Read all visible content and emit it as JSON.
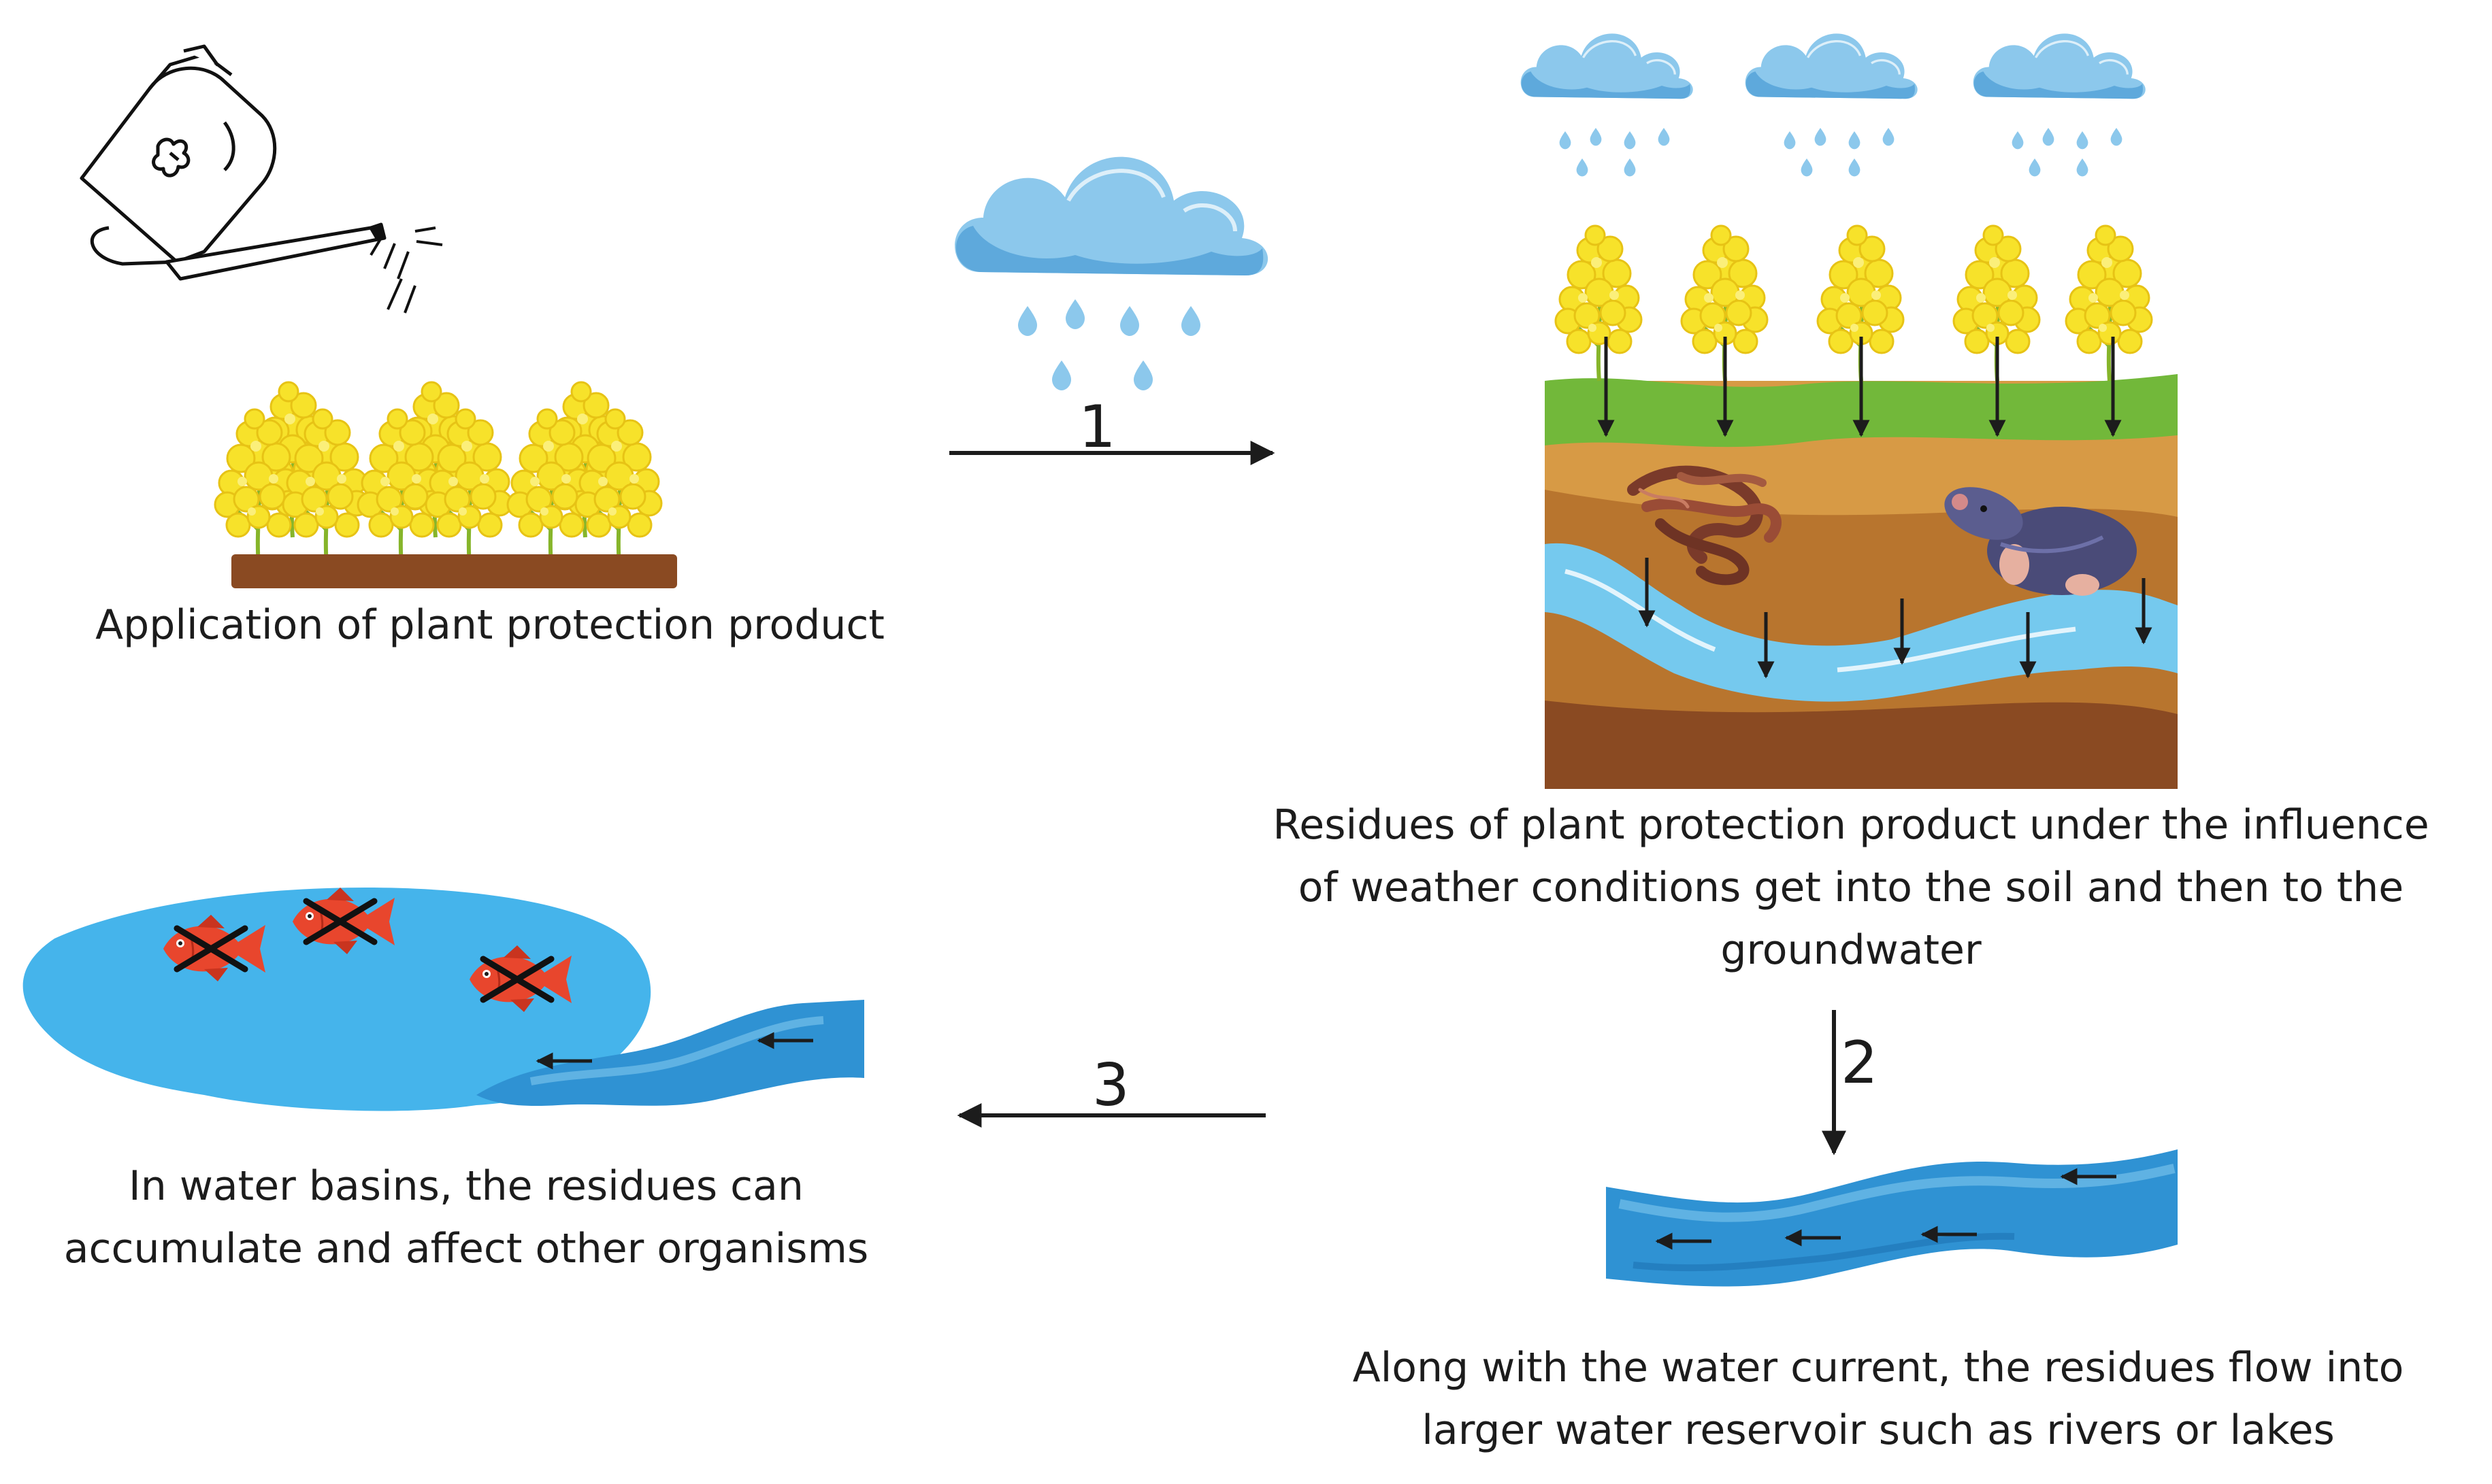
{
  "steps": {
    "step1": {
      "caption": "Application of plant protection product",
      "arrow_label": "1"
    },
    "step2": {
      "caption_lines": [
        "Residues of plant protection product under the influence",
        "of weather conditions get into the soil and then to the",
        "groundwater"
      ],
      "arrow_label": "2"
    },
    "step3": {
      "caption_lines": [
        "Along with the water current, the residues flow into",
        "larger water reservoir such as rivers or lakes"
      ],
      "arrow_label": "3"
    },
    "step4": {
      "caption_lines": [
        "In water basins, the residues can",
        "accumulate and affect other organisms"
      ]
    }
  },
  "colors": {
    "flower": "#f7e22a",
    "flower_dark": "#e7c315",
    "stem": "#86b52a",
    "soil_brown": "#8a4a22",
    "soil_mid": "#b8752e",
    "soil_light": "#d79a45",
    "grass": "#72b83a",
    "groundwater": "#75c9ee",
    "cloud": "#8cc8ec",
    "cloud_dark": "#5ea9dc",
    "river": "#2f92d3",
    "river_light": "#5fb2e3",
    "lake": "#45b4eb",
    "fish": "#e8462d",
    "arrow": "#1c1c1c"
  },
  "icons": {
    "sprayer": "sprayer-icon",
    "cloud": "rain-cloud-icon",
    "worm": "earthworm-icon",
    "mole": "mole-icon",
    "fish": "dead-fish-icon"
  }
}
